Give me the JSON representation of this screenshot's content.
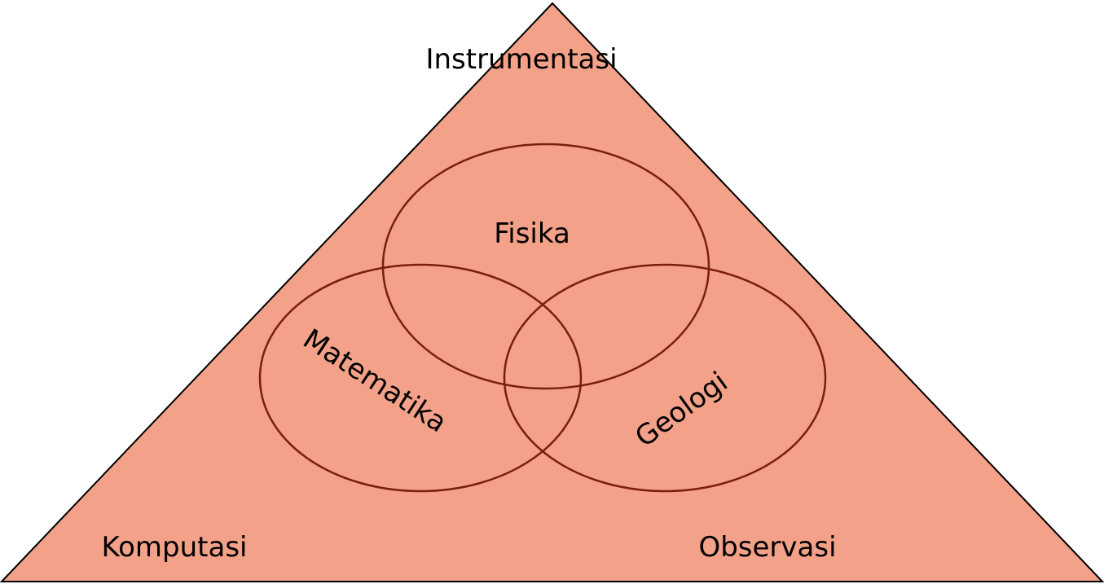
{
  "colors": {
    "triangle_fill": "#F3A189",
    "triangle_stroke": "#000000",
    "circle_stroke": "#7A1E0E",
    "text": "#000000"
  },
  "triangle": {
    "top_label": "Instrumentasi",
    "bottom_left_label": "Komputasi",
    "bottom_right_label": "Observasi"
  },
  "circles": {
    "top": "Fisika",
    "left": "Matematika",
    "right": "Geologi"
  }
}
